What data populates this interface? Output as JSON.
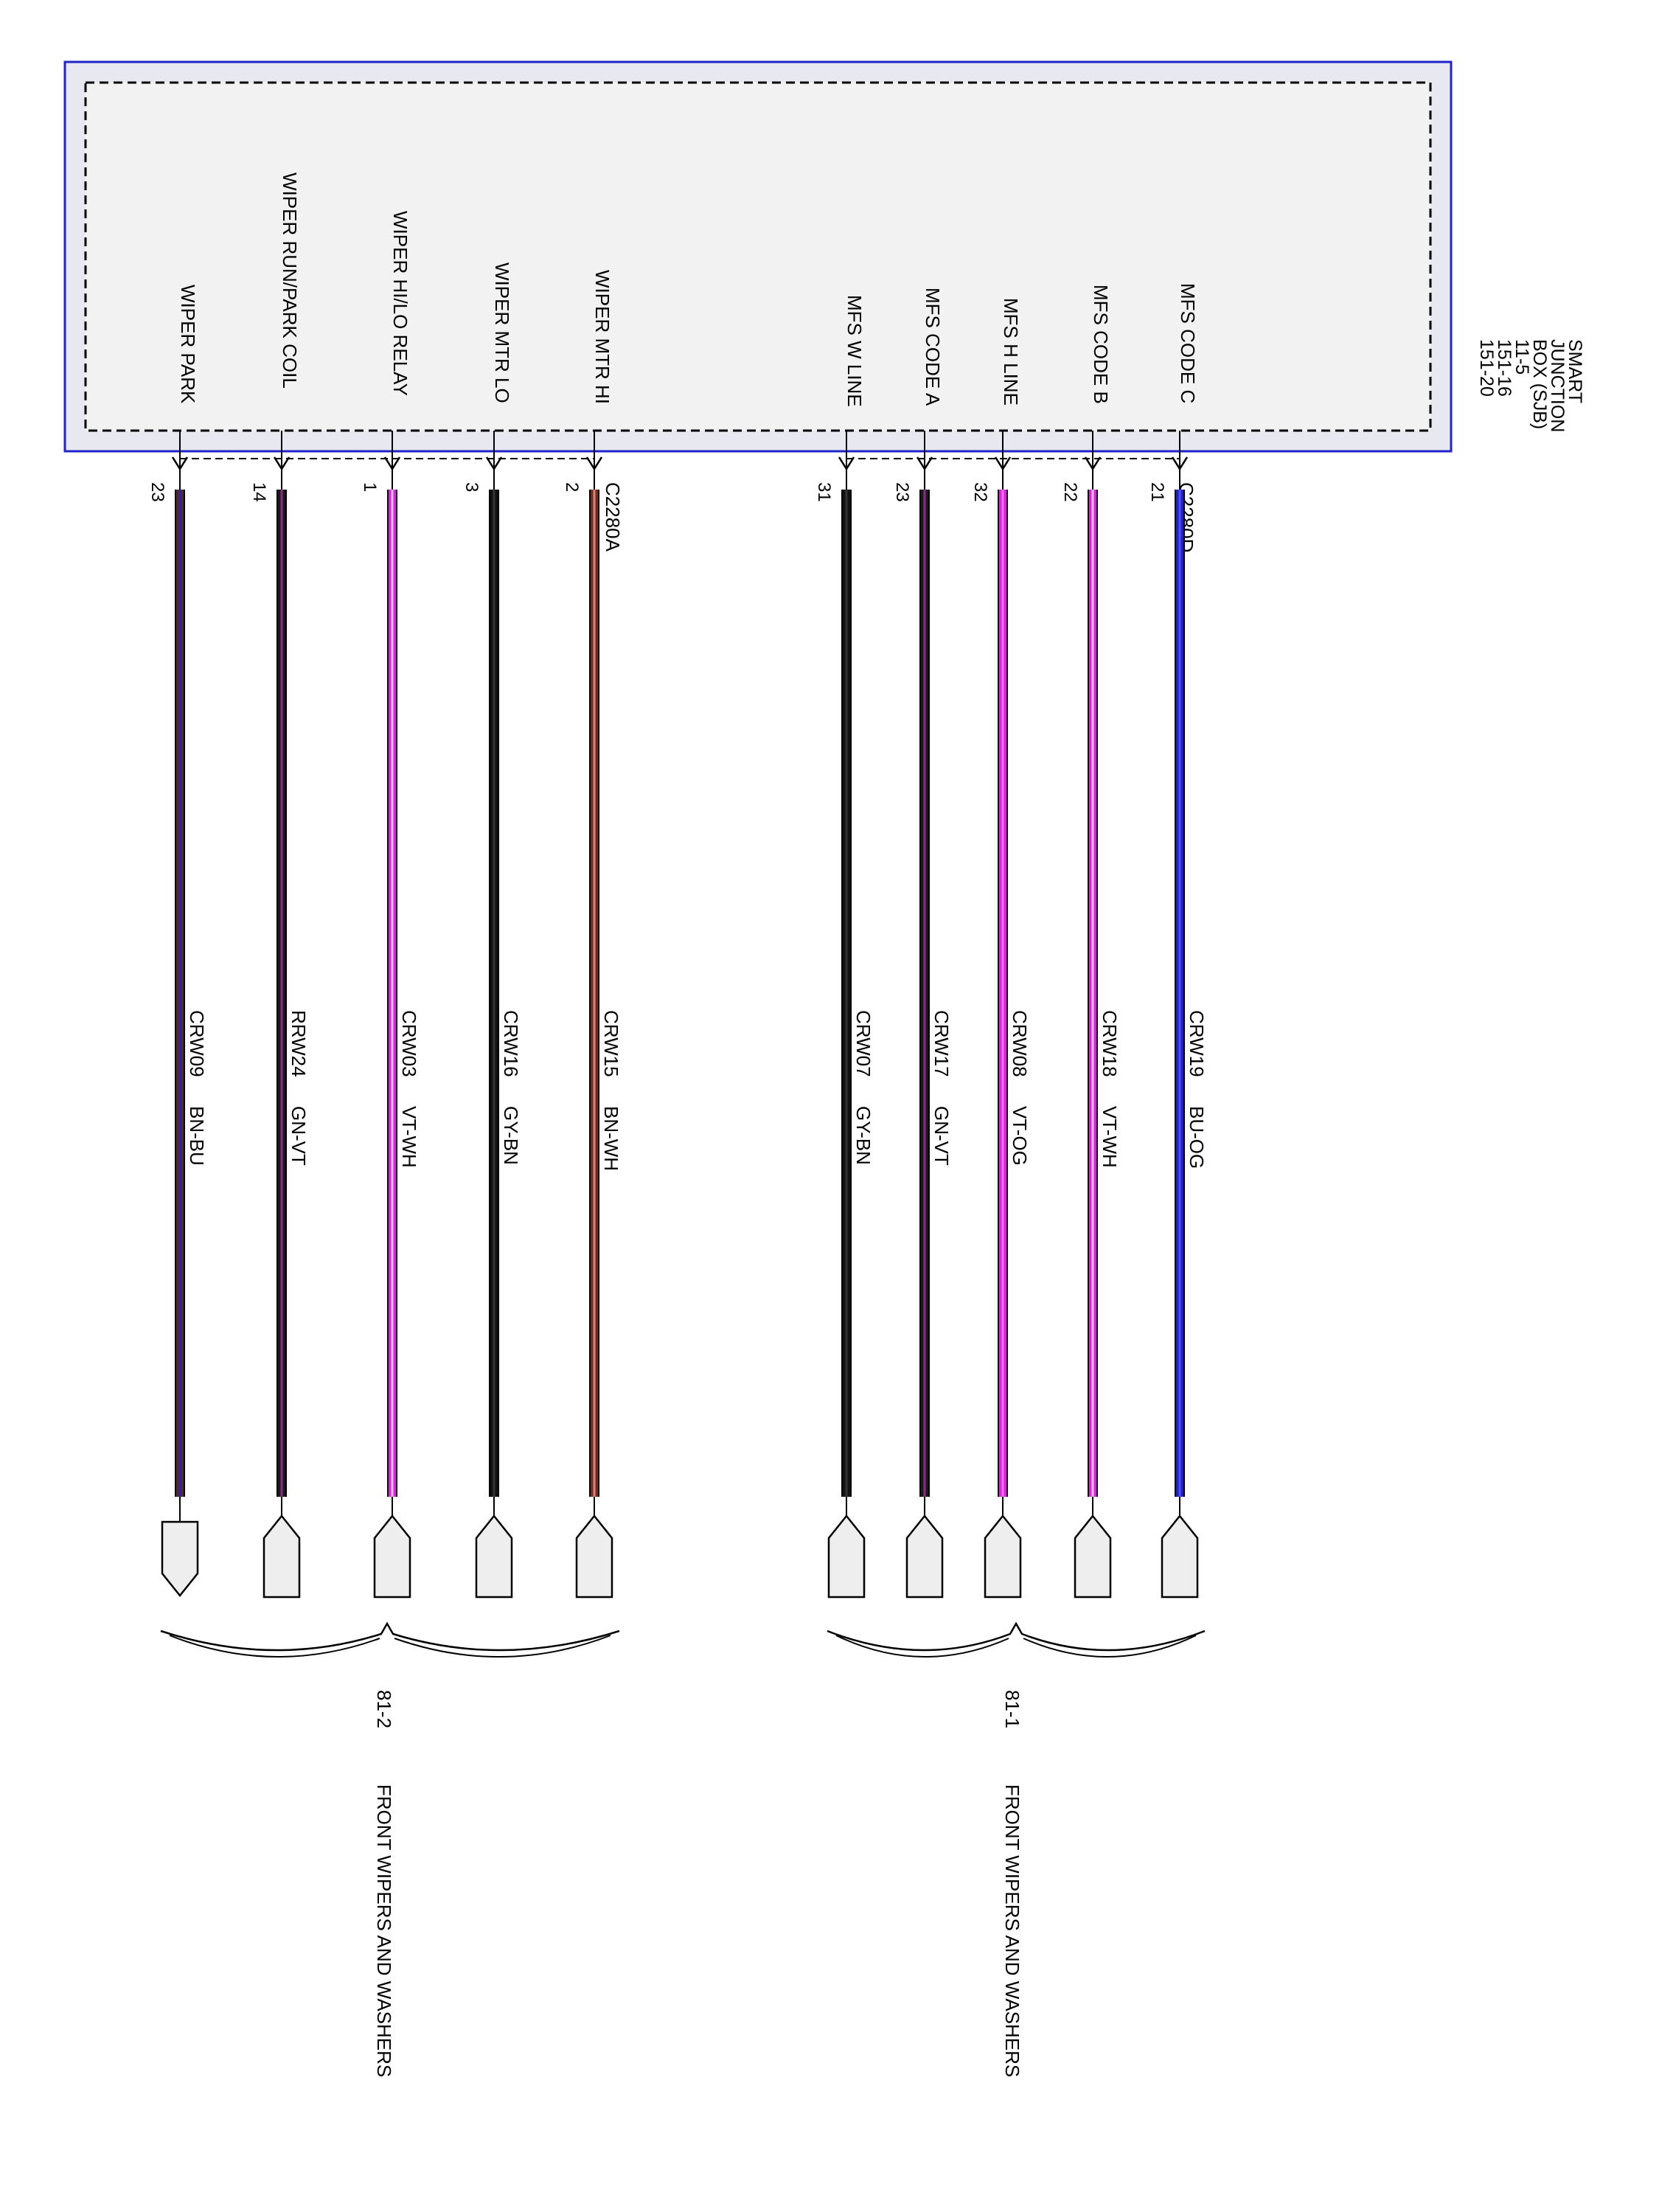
{
  "module": {
    "name_lines": [
      "SMART",
      "JUNCTION",
      "BOX (SJB)"
    ],
    "refs": [
      "11-5",
      "151-16",
      "151-20"
    ]
  },
  "groups": [
    {
      "connector": "C2280A",
      "ref": "81-2",
      "destination": "FRONT WIPERS AND WASHERS",
      "wires": [
        {
          "pin": "23",
          "signal": "WIPER PARK",
          "circuit": "CRW09",
          "color_code": "BN-BU",
          "colors": [
            "#5a2a1a",
            "#2222cc"
          ],
          "end": "arrow"
        },
        {
          "pin": "14",
          "signal": "WIPER RUN/PARK COIL",
          "circuit": "RRW24",
          "color_code": "GN-VT",
          "colors": [
            "#1a1a1a",
            "#8a2b8a"
          ],
          "end": "pentagon"
        },
        {
          "pin": "1",
          "signal": "WIPER HI/LO RELAY",
          "circuit": "CRW03",
          "color_code": "VT-WH",
          "colors": [
            "#e020e0",
            "#f6c0f6"
          ],
          "end": "pentagon"
        },
        {
          "pin": "3",
          "signal": "WIPER MTR LO",
          "circuit": "CRW16",
          "color_code": "GY-BN",
          "colors": [
            "#111111",
            "#333333"
          ],
          "end": "pentagon"
        },
        {
          "pin": "2",
          "signal": "WIPER MTR HI",
          "circuit": "CRW15",
          "color_code": "BN-WH",
          "colors": [
            "#7a2a1a",
            "#c98a7a"
          ],
          "end": "pentagon"
        }
      ]
    },
    {
      "connector": "C2280D",
      "ref": "81-1",
      "destination": "FRONT WIPERS AND WASHERS",
      "wires": [
        {
          "pin": "31",
          "signal": "MFS W LINE",
          "circuit": "CRW07",
          "color_code": "GY-BN",
          "colors": [
            "#111111",
            "#333333"
          ],
          "end": "pentagon"
        },
        {
          "pin": "23",
          "signal": "MFS CODE A",
          "circuit": "CRW17",
          "color_code": "GN-VT",
          "colors": [
            "#1a1a1a",
            "#8a2b8a"
          ],
          "end": "pentagon"
        },
        {
          "pin": "32",
          "signal": "MFS H LINE",
          "circuit": "CRW08",
          "color_code": "VT-OG",
          "colors": [
            "#e020e0",
            "#f070f0"
          ],
          "end": "pentagon"
        },
        {
          "pin": "22",
          "signal": "MFS CODE B",
          "circuit": "CRW18",
          "color_code": "VT-WH",
          "colors": [
            "#e020e0",
            "#f6c0f6"
          ],
          "end": "pentagon"
        },
        {
          "pin": "21",
          "signal": "MFS CODE C",
          "circuit": "CRW19",
          "color_code": "BU-OG",
          "colors": [
            "#2020cc",
            "#5050ee"
          ],
          "end": "pentagon"
        }
      ]
    }
  ]
}
